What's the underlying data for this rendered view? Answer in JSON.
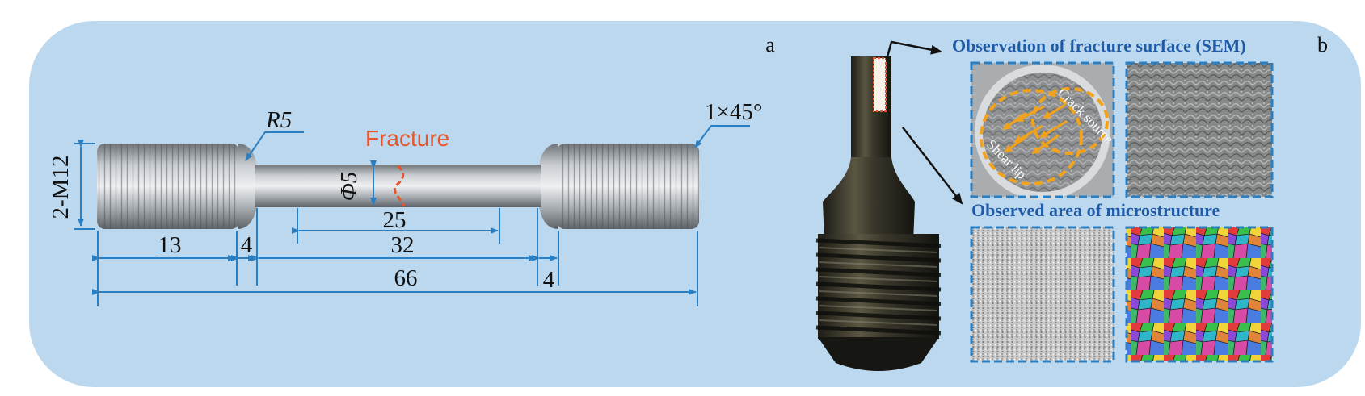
{
  "panel_a": {
    "letter": "a",
    "fracture": "Fracture",
    "dims": {
      "thread": "2-M12",
      "radius": "R5",
      "diameter": "Φ5",
      "chamfer": "1×45°",
      "d13": "13",
      "d4a": "4",
      "d25": "25",
      "d32": "32",
      "d66": "66",
      "d4b": "4"
    }
  },
  "panel_b": {
    "letter": "b",
    "sem_title": "Observation of fracture surface (SEM)",
    "micro_title": "Observed area of microstructure",
    "crack_source": "Crack source",
    "shear_lip": "Shear lip"
  },
  "colors": {
    "panel_bg": "#bcd8ee",
    "dimension_line": "#2a7fc3",
    "fracture": "#e8542b",
    "header": "#1f5aa6",
    "dashed_border": "#2a7fc3"
  }
}
